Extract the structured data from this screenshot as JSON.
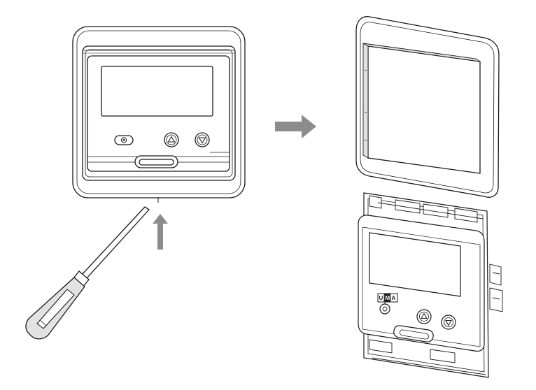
{
  "figure": {
    "switch_labels": [
      "U",
      "M",
      "A"
    ],
    "colors": {
      "line": "#1a1a1a",
      "arrow": "#8c8c8c",
      "shade": "#e2e2e2",
      "screw_grip": "#ffffff",
      "background": "#ffffff"
    },
    "icons": {
      "mode_button": "gear-icon",
      "up_button": "triangle-up-icon",
      "down_button": "triangle-down-icon"
    }
  }
}
